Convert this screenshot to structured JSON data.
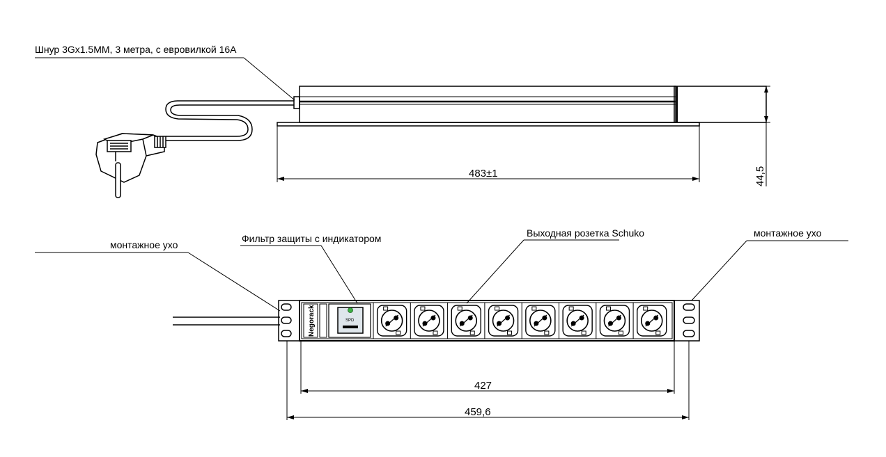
{
  "labels": {
    "cord": "Шнур 3Gx1.5MM, 3 метра, с евровилкой 16А",
    "ear_left": "монтажное ухо",
    "filter": "Фильтр защиты с индикатором",
    "socket": "Выходная розетка Schuko",
    "ear_right": "монтажное ухо"
  },
  "dimensions": {
    "top_width": "483±1",
    "height": "44,5",
    "inner_width": "427",
    "outer_width": "459,6"
  },
  "unit": {
    "brand": "Negorack",
    "filter_tag": "SPD",
    "socket_count": 8
  },
  "colors": {
    "line": "#000000",
    "filter_body": "#dfe6ec",
    "indicator": "#3cb043"
  }
}
